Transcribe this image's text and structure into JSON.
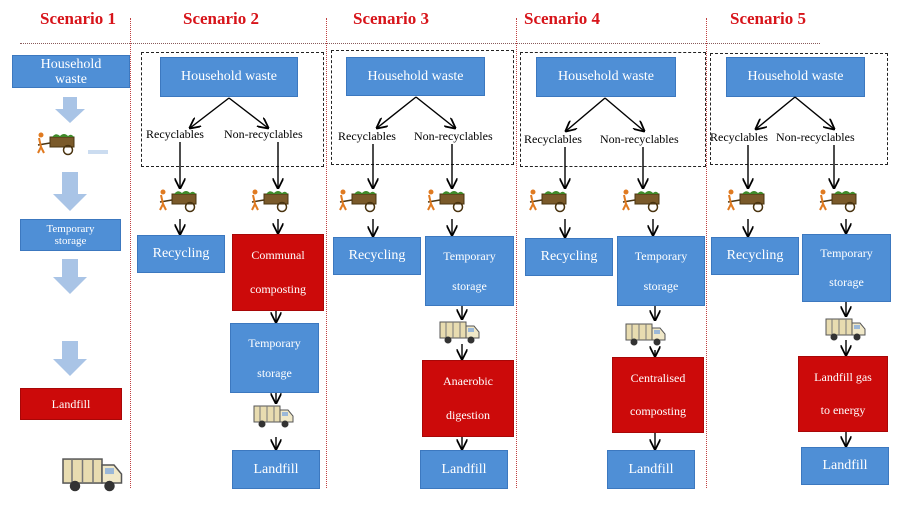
{
  "scenarios": {
    "s1": {
      "title": "Scenario 1",
      "household": "Household waste",
      "temporary": "Temporary storage",
      "landfill": "Landfill"
    },
    "s2": {
      "title": "Scenario 2",
      "household": "Household waste",
      "recyclables": "Recyclables",
      "non_recyclables": "Non-recyclables",
      "recycling": "Recycling",
      "treat_l1": "Communal",
      "treat_l2": "composting",
      "store_l1": "Temporary",
      "store_l2": "storage",
      "landfill": "Landfill"
    },
    "s3": {
      "title": "Scenario 3",
      "household": "Household waste",
      "recyclables": "Recyclables",
      "non_recyclables": "Non-recyclables",
      "recycling": "Recycling",
      "store_l1": "Temporary",
      "store_l2": "storage",
      "treat_l1": "Anaerobic",
      "treat_l2": "digestion",
      "landfill": "Landfill"
    },
    "s4": {
      "title": "Scenario 4",
      "household": "Household waste",
      "recyclables": "Recyclables",
      "non_recyclables": "Non-recyclables",
      "recycling": "Recycling",
      "store_l1": "Temporary",
      "store_l2": "storage",
      "treat_l1": "Centralised",
      "treat_l2": "composting",
      "landfill": "Landfill"
    },
    "s5": {
      "title": "Scenario 5",
      "household": "Household waste",
      "recyclables": "Recyclables",
      "non_recyclables": "Non-recyclables",
      "recycling": "Recycling",
      "store_l1": "Temporary",
      "store_l2": "storage",
      "treat_l1": "Landfill gas",
      "treat_l2": "to energy",
      "landfill": "Landfill"
    }
  },
  "colors": {
    "title_red": "#d7141a",
    "box_blue": "#4f8fd6",
    "box_red": "#cc0a0a",
    "arrow_light": "#a9c4e6"
  },
  "icons": [
    "cart-icon",
    "truck-icon"
  ]
}
